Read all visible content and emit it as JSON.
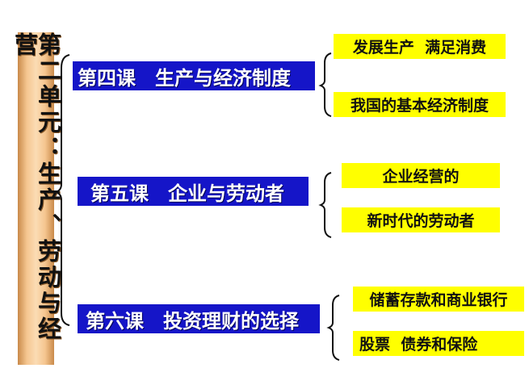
{
  "unit_title": "第二单元：生产、劳动与经营",
  "lessons": [
    {
      "title": "第四课　生产与经济制度",
      "items": [
        "发展生产  满足消费",
        "我国的基本经济制度"
      ]
    },
    {
      "title": "第五课　企业与劳动者",
      "items": [
        "企业经营的",
        "新时代的劳动者"
      ]
    },
    {
      "title": "第六课　投资理财的选择",
      "items": [
        "储蓄存款和商业银行",
        "股票  债券和保险"
      ]
    }
  ]
}
